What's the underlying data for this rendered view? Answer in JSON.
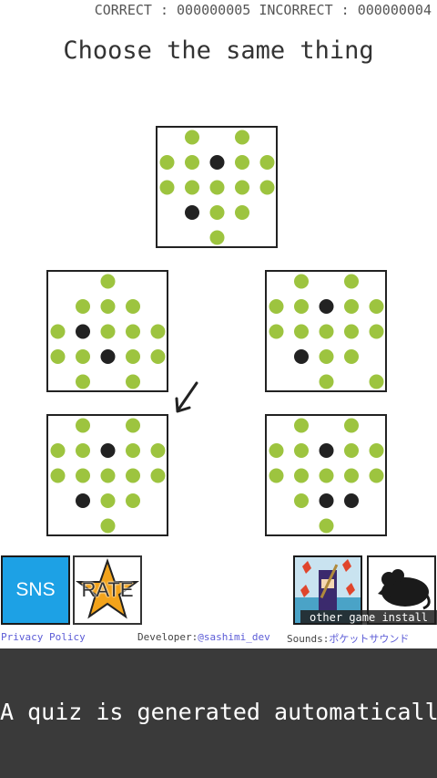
{
  "score": {
    "correct_label": "CORRECT",
    "correct_value": "000000005",
    "incorrect_label": "INCORRECT",
    "incorrect_value": "000000004"
  },
  "title": "Choose the same thing",
  "colors": {
    "green": "#9dc43f",
    "black": "#222222",
    "border": "#222222",
    "sns_blue": "#1da1e5",
    "banner_bg": "#3a3a3a",
    "link": "#5b5bd6"
  },
  "cards": [
    {
      "id": "target",
      "dots": [
        [
          0,
          1,
          "g"
        ],
        [
          0,
          3,
          "g"
        ],
        [
          1,
          0,
          "g"
        ],
        [
          1,
          1,
          "g"
        ],
        [
          1,
          2,
          "b"
        ],
        [
          1,
          3,
          "g"
        ],
        [
          1,
          4,
          "g"
        ],
        [
          2,
          0,
          "g"
        ],
        [
          2,
          1,
          "g"
        ],
        [
          2,
          2,
          "g"
        ],
        [
          2,
          3,
          "g"
        ],
        [
          2,
          4,
          "g"
        ],
        [
          3,
          1,
          "b"
        ],
        [
          3,
          2,
          "g"
        ],
        [
          3,
          3,
          "g"
        ],
        [
          4,
          2,
          "g"
        ]
      ]
    },
    {
      "id": "option-top-left",
      "dots": [
        [
          0,
          2,
          "g"
        ],
        [
          1,
          1,
          "g"
        ],
        [
          1,
          2,
          "g"
        ],
        [
          1,
          3,
          "g"
        ],
        [
          2,
          0,
          "g"
        ],
        [
          2,
          1,
          "b"
        ],
        [
          2,
          2,
          "g"
        ],
        [
          2,
          3,
          "g"
        ],
        [
          2,
          4,
          "g"
        ],
        [
          3,
          0,
          "g"
        ],
        [
          3,
          1,
          "g"
        ],
        [
          3,
          2,
          "b"
        ],
        [
          3,
          3,
          "g"
        ],
        [
          3,
          4,
          "g"
        ],
        [
          4,
          1,
          "g"
        ],
        [
          4,
          3,
          "g"
        ]
      ]
    },
    {
      "id": "option-top-right",
      "dots": [
        [
          0,
          1,
          "g"
        ],
        [
          0,
          3,
          "g"
        ],
        [
          1,
          0,
          "g"
        ],
        [
          1,
          1,
          "g"
        ],
        [
          1,
          2,
          "b"
        ],
        [
          1,
          3,
          "g"
        ],
        [
          1,
          4,
          "g"
        ],
        [
          2,
          0,
          "g"
        ],
        [
          2,
          1,
          "g"
        ],
        [
          2,
          2,
          "g"
        ],
        [
          2,
          3,
          "g"
        ],
        [
          2,
          4,
          "g"
        ],
        [
          3,
          1,
          "b"
        ],
        [
          3,
          2,
          "g"
        ],
        [
          3,
          3,
          "g"
        ],
        [
          4,
          2,
          "g"
        ],
        [
          4,
          4,
          "g"
        ]
      ]
    },
    {
      "id": "option-bottom-left",
      "dots": [
        [
          0,
          1,
          "g"
        ],
        [
          0,
          3,
          "g"
        ],
        [
          1,
          0,
          "g"
        ],
        [
          1,
          1,
          "g"
        ],
        [
          1,
          2,
          "b"
        ],
        [
          1,
          3,
          "g"
        ],
        [
          1,
          4,
          "g"
        ],
        [
          2,
          0,
          "g"
        ],
        [
          2,
          1,
          "g"
        ],
        [
          2,
          2,
          "g"
        ],
        [
          2,
          3,
          "g"
        ],
        [
          2,
          4,
          "g"
        ],
        [
          3,
          1,
          "b"
        ],
        [
          3,
          2,
          "g"
        ],
        [
          3,
          3,
          "g"
        ],
        [
          4,
          2,
          "g"
        ]
      ]
    },
    {
      "id": "option-bottom-right",
      "dots": [
        [
          0,
          1,
          "g"
        ],
        [
          0,
          3,
          "g"
        ],
        [
          1,
          0,
          "g"
        ],
        [
          1,
          1,
          "g"
        ],
        [
          1,
          2,
          "b"
        ],
        [
          1,
          3,
          "g"
        ],
        [
          1,
          4,
          "g"
        ],
        [
          2,
          0,
          "g"
        ],
        [
          2,
          1,
          "g"
        ],
        [
          2,
          2,
          "g"
        ],
        [
          2,
          3,
          "g"
        ],
        [
          2,
          4,
          "g"
        ],
        [
          3,
          1,
          "g"
        ],
        [
          3,
          2,
          "b"
        ],
        [
          3,
          3,
          "b"
        ],
        [
          4,
          2,
          "g"
        ]
      ]
    }
  ],
  "buttons": {
    "sns": "SNS",
    "rate": "RATE",
    "other_game": "other game install"
  },
  "links": {
    "privacy": "Privacy Policy",
    "developer_label": "Developer:",
    "developer_handle": "@sashimi_dev",
    "sounds_label": "Sounds:",
    "sounds_value": "ポケットサウンド"
  },
  "banner": "A quiz is generated automatically"
}
